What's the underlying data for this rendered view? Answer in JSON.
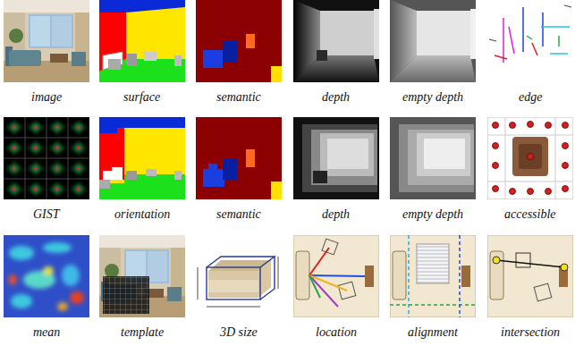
{
  "diagram": {
    "labels": [
      "image",
      "surface",
      "semantic",
      "depth",
      "empty depth",
      "edge",
      "GIST",
      "orientation",
      "semantic",
      "depth",
      "empty depth",
      "accessible",
      "mean",
      "template",
      "3D size",
      "location",
      "alignment",
      "intersection"
    ]
  }
}
